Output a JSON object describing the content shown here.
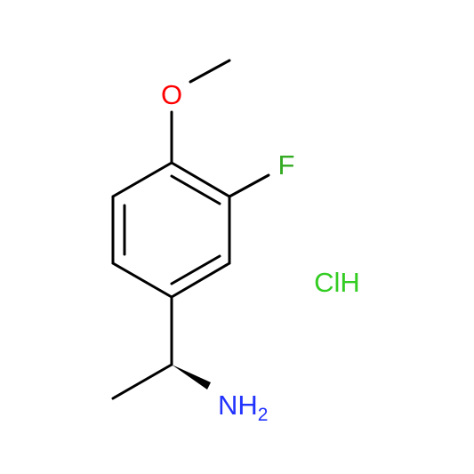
{
  "molecule": {
    "atoms": {
      "oxygen": {
        "label": "O",
        "color": "#ff0000"
      },
      "fluorine": {
        "label": "F",
        "color": "#33aa22"
      },
      "amine": {
        "label": "NH",
        "subscript": "2",
        "color": "#2233ff"
      },
      "salt": {
        "label": "ClH",
        "color": "#33cc22"
      }
    },
    "bond_color": "#000000",
    "stereo": "wedge"
  }
}
